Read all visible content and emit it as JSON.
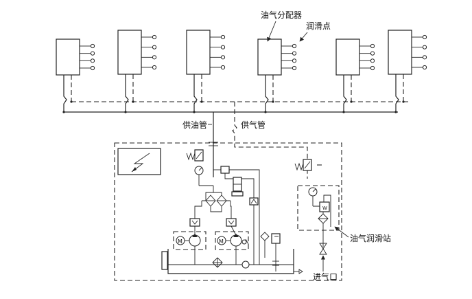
{
  "labels": {
    "distributor": "油气分配器",
    "lube_point": "润滑点",
    "oil_supply_pipe": "供油管",
    "air_supply_pipe": "供气管",
    "station": "油气润滑站",
    "air_inlet": "进气口"
  },
  "distributors_count": 6,
  "outlets_per_distributor": 4,
  "icons": {
    "electrical_box": "lightning-box-icon",
    "pump_motor": "motor-M-icon",
    "pump": "pump-icon",
    "filter": "filter-icon",
    "gauge": "pressure-gauge-icon",
    "valve": "valve-icon"
  },
  "colors": {
    "line": "#222222",
    "background": "#ffffff"
  }
}
